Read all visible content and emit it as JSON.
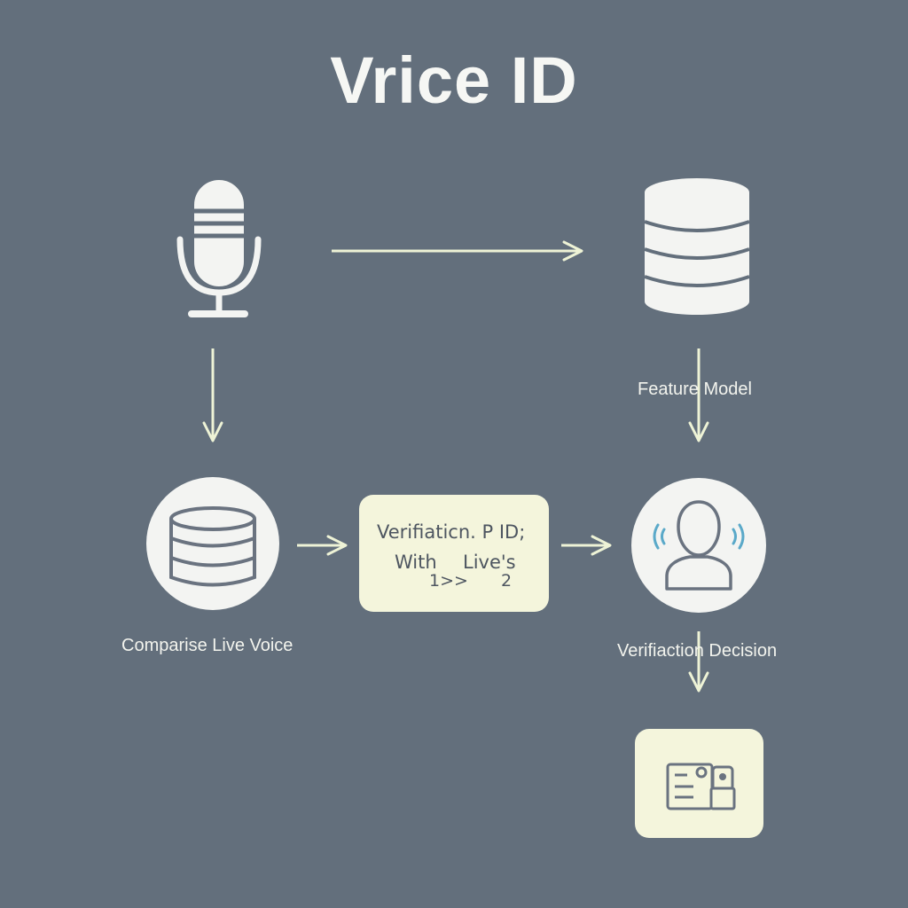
{
  "title": "Vrice ID",
  "labels": {
    "feature_model": "Feature Model",
    "compare_live_voice": "Comparise Live Voice",
    "verification_decision": "Verifiaction Decision"
  },
  "center_box": {
    "line1": "Verifiaticn. P ID;",
    "with": "With",
    "lives": "Live's",
    "num1": "1>>",
    "num2": "2"
  },
  "icons": {
    "source": "microphone-icon",
    "model": "database-icon",
    "compare": "database-icon",
    "verify": "user-voice-icon",
    "result": "id-card-icon"
  },
  "colors": {
    "background": "#636f7c",
    "accent_box": "#f4f5dc",
    "icon_white": "#f3f4f2",
    "arrow": "#eef3d6"
  }
}
